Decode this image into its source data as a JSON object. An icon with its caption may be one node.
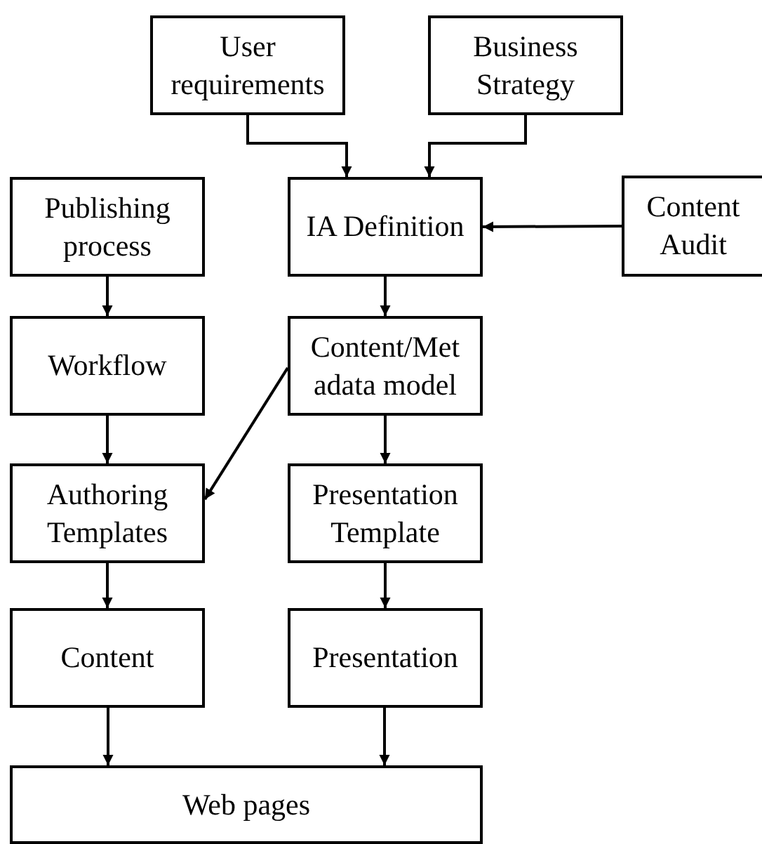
{
  "diagram": {
    "nodes": [
      {
        "text": [
          "User requirements"
        ]
      },
      {
        "text": [
          "Business Strategy"
        ]
      },
      {
        "text": [
          "Publishing process"
        ]
      },
      {
        "text": [
          "IA Definition"
        ]
      },
      {
        "text": [
          "Content Audit"
        ]
      },
      {
        "text": [
          "Workflow"
        ]
      },
      {
        "text": [
          "Content/Met adata model"
        ]
      },
      {
        "text": [
          "Authoring Templates"
        ]
      },
      {
        "text": [
          "Presentation Template"
        ]
      },
      {
        "text": [
          "Content"
        ]
      },
      {
        "text": [
          "Presentation"
        ]
      },
      {
        "text": [
          "Web pages"
        ]
      }
    ],
    "edges": [
      {
        "from": 0,
        "to": 3,
        "arrow": "to"
      },
      {
        "from": 1,
        "to": 3,
        "arrow": "to"
      },
      {
        "from": 4,
        "to": 3,
        "arrow": "to"
      },
      {
        "from": 2,
        "to": 5,
        "arrow": "to"
      },
      {
        "from": 3,
        "to": 6,
        "arrow": "to"
      },
      {
        "from": 6,
        "to": 7,
        "arrow": "to"
      },
      {
        "from": 5,
        "to": 7,
        "arrow": "to"
      },
      {
        "from": 6,
        "to": 8,
        "arrow": "to"
      },
      {
        "from": 7,
        "to": 9,
        "arrow": "to"
      },
      {
        "from": 8,
        "to": 10,
        "arrow": "to"
      },
      {
        "from": 9,
        "to": 11,
        "arrow": "to"
      },
      {
        "from": 10,
        "to": 11,
        "arrow": "to"
      }
    ]
  }
}
